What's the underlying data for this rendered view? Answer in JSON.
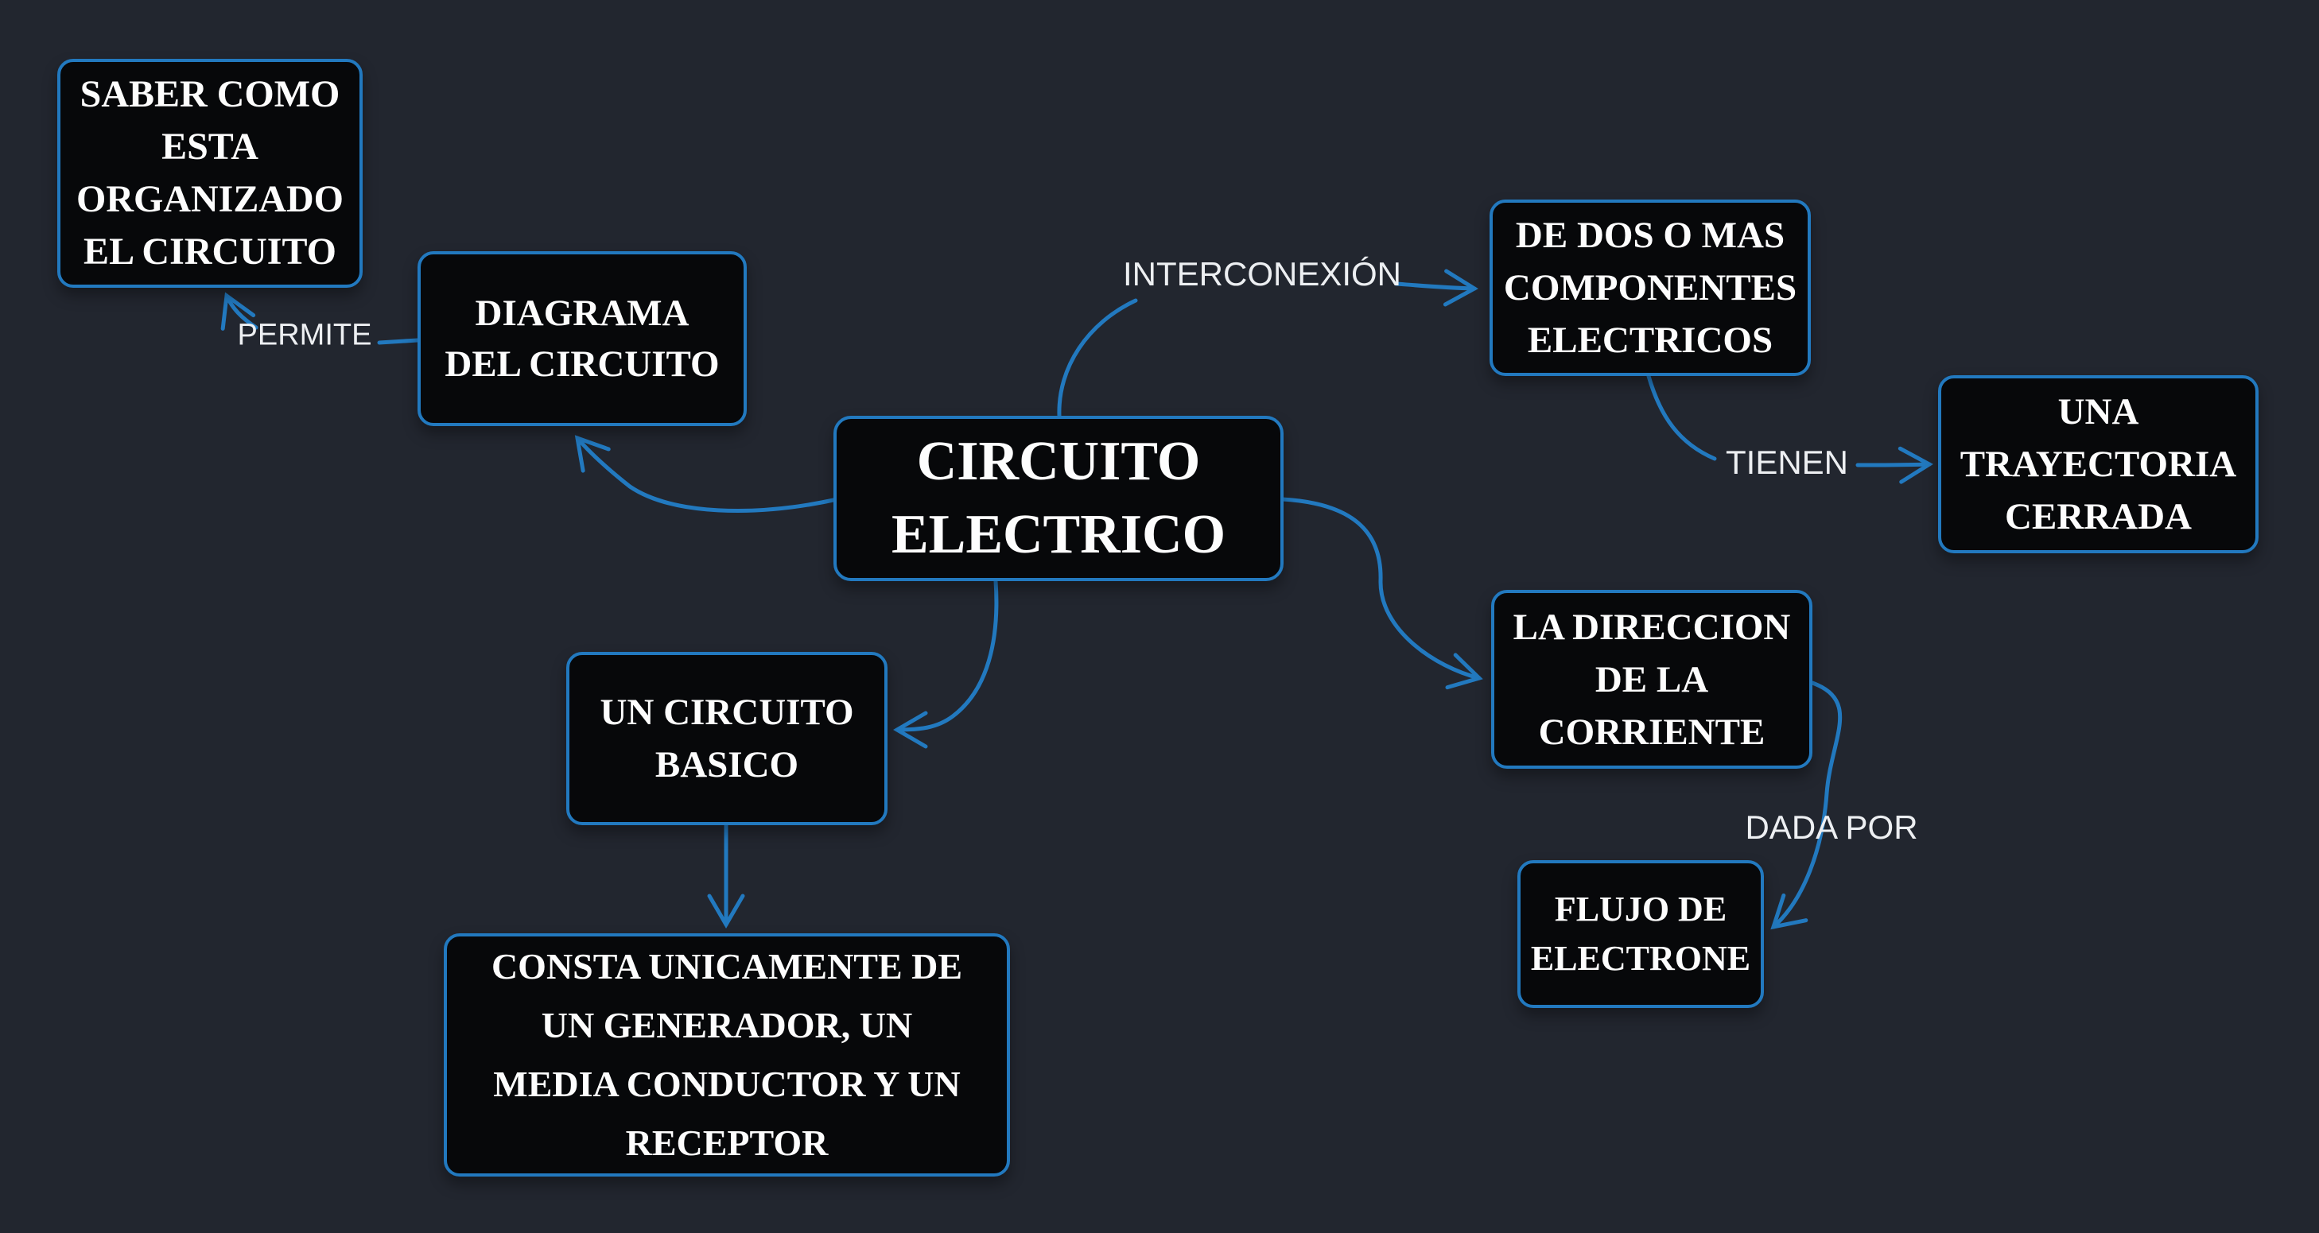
{
  "title": "Concept map: CIRCUITO ELECTRICO",
  "theme": {
    "background": "#22262f",
    "node_fill": "#07080a",
    "accent_blue": "#2279bf",
    "node_text_color": "#fdfdfd",
    "edge_label_color": "#edeff2"
  },
  "nodes": {
    "root": {
      "id": "root",
      "lines": [
        "CIRCUITO",
        "ELECTRICO"
      ]
    },
    "saber": {
      "id": "saber",
      "lines": [
        "SABER COMO",
        "ESTA",
        "ORGANIZADO",
        "EL CIRCUITO"
      ]
    },
    "diagrama": {
      "id": "diagrama",
      "lines": [
        "DIAGRAMA",
        "DEL CIRCUITO"
      ]
    },
    "dedos": {
      "id": "dedos",
      "lines": [
        "DE DOS O MAS",
        "COMPONENTES",
        "ELECTRICOS"
      ]
    },
    "trayectoria": {
      "id": "trayectoria",
      "lines": [
        "UNA",
        "TRAYECTORIA",
        "CERRADA"
      ]
    },
    "direccion": {
      "id": "direccion",
      "lines": [
        "LA DIRECCION",
        "DE LA",
        "CORRIENTE"
      ]
    },
    "flujo": {
      "id": "flujo",
      "lines": [
        "FLUJO DE",
        "ELECTRONE"
      ]
    },
    "basico": {
      "id": "basico",
      "lines": [
        "UN CIRCUITO",
        "BASICO"
      ]
    },
    "consta": {
      "id": "consta",
      "lines": [
        "CONSTA UNICAMENTE DE",
        "UN GENERADOR, UN",
        "MEDIA CONDUCTOR Y UN",
        "RECEPTOR"
      ]
    }
  },
  "edges": {
    "permite": {
      "from": "diagrama",
      "to": "saber",
      "label": "PERMITE"
    },
    "interconexion": {
      "from": "root",
      "to": "dedos",
      "label": "INTERCONEXIÓN"
    },
    "tienen": {
      "from": "dedos",
      "to": "trayectoria",
      "label": "TIENEN"
    },
    "dada_por": {
      "from": "direccion",
      "to": "flujo",
      "label": "DADA POR"
    },
    "root_diagrama": {
      "from": "root",
      "to": "diagrama",
      "label": ""
    },
    "root_direccion": {
      "from": "root",
      "to": "direccion",
      "label": ""
    },
    "root_basico": {
      "from": "root",
      "to": "basico",
      "label": ""
    },
    "basico_consta": {
      "from": "basico",
      "to": "consta",
      "label": ""
    }
  }
}
